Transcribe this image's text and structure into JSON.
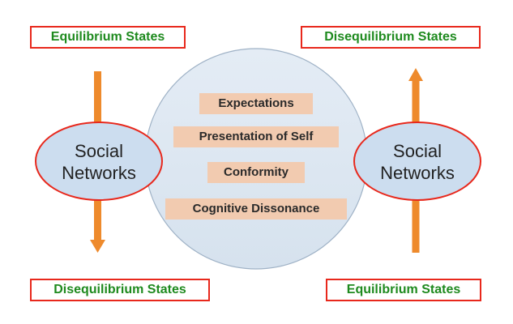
{
  "states": {
    "top_left": "Equilibrium States",
    "top_right": "Disequilibrium States",
    "bottom_left": "Disequilibrium States",
    "bottom_right": "Equilibrium States"
  },
  "networks": {
    "left": {
      "line1": "Social",
      "line2": "Networks"
    },
    "right": {
      "line1": "Social",
      "line2": "Networks"
    }
  },
  "concepts": [
    "Expectations",
    "Presentation of Self",
    "Conformity",
    "Cognitive Dissonance"
  ],
  "arrows": {
    "left": "down",
    "right": "up"
  },
  "colors": {
    "state_border": "#e8281c",
    "state_text": "#1e8a1e",
    "arrow": "#ee8a2c",
    "ellipse_fill": "#ccddef",
    "ellipse_stroke": "#e8281c",
    "circle_fill": "#dfe8f2",
    "circle_stroke": "#9fb2c6",
    "concept_fill": "#f2cbb0"
  }
}
